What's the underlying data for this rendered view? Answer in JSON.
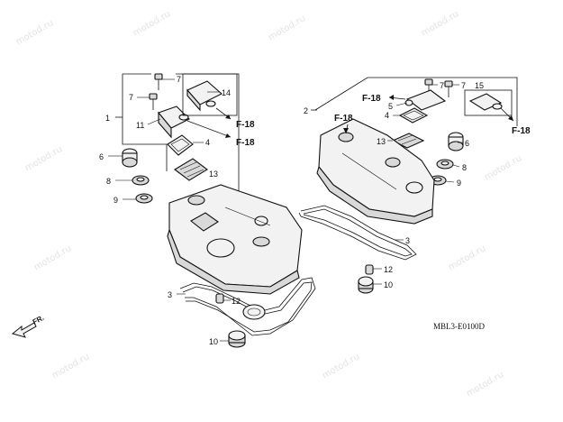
{
  "watermark": "motod.ru",
  "diagram_code": "MBL3-E0100D",
  "direction_label": "FR.",
  "reference_label": "F-18",
  "callouts": {
    "c1": "1",
    "c2": "2",
    "c3a": "3",
    "c3b": "3",
    "c4a": "4",
    "c4b": "4",
    "c5": "5",
    "c6a": "6",
    "c6b": "6",
    "c7a": "7",
    "c7b": "7",
    "c7c": "7",
    "c7d": "7",
    "c8a": "8",
    "c8b": "8",
    "c9a": "9",
    "c9b": "9",
    "c10a": "10",
    "c10b": "10",
    "c11": "11",
    "c12a": "12",
    "c12b": "12",
    "c13a": "13",
    "c13b": "13",
    "c14": "14",
    "c15": "15"
  }
}
